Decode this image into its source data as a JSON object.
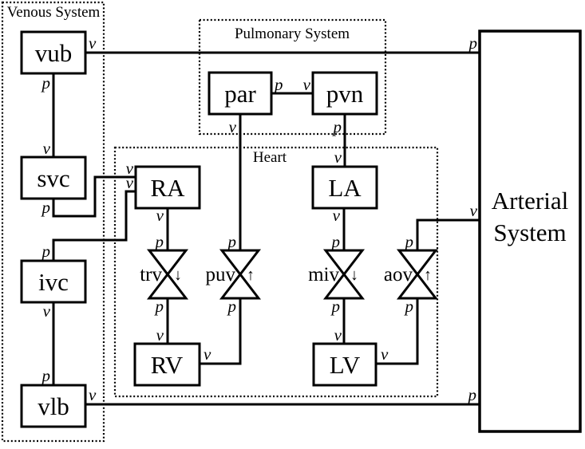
{
  "systems": {
    "venous": {
      "label": "Venous System"
    },
    "pulmonary": {
      "label": "Pulmonary System"
    },
    "heart": {
      "label": "Heart"
    },
    "arterial": {
      "line1": "Arterial",
      "line2": "System"
    }
  },
  "blocks": {
    "vub": "vub",
    "svc": "svc",
    "ivc": "ivc",
    "vlb": "vlb",
    "ra": "RA",
    "rv": "RV",
    "la": "LA",
    "lv": "LV",
    "par": "par",
    "pvn": "pvn"
  },
  "valves": {
    "trv": {
      "label": "trv",
      "arrow": "↓"
    },
    "puv": {
      "label": "puv",
      "arrow": "↑"
    },
    "miv": {
      "label": "miv",
      "arrow": "↓"
    },
    "aov": {
      "label": "aov",
      "arrow": "↑"
    }
  },
  "ports": {
    "v": "v",
    "p": "p"
  },
  "colors": {
    "ink": "#000000",
    "paper": "#ffffff"
  }
}
